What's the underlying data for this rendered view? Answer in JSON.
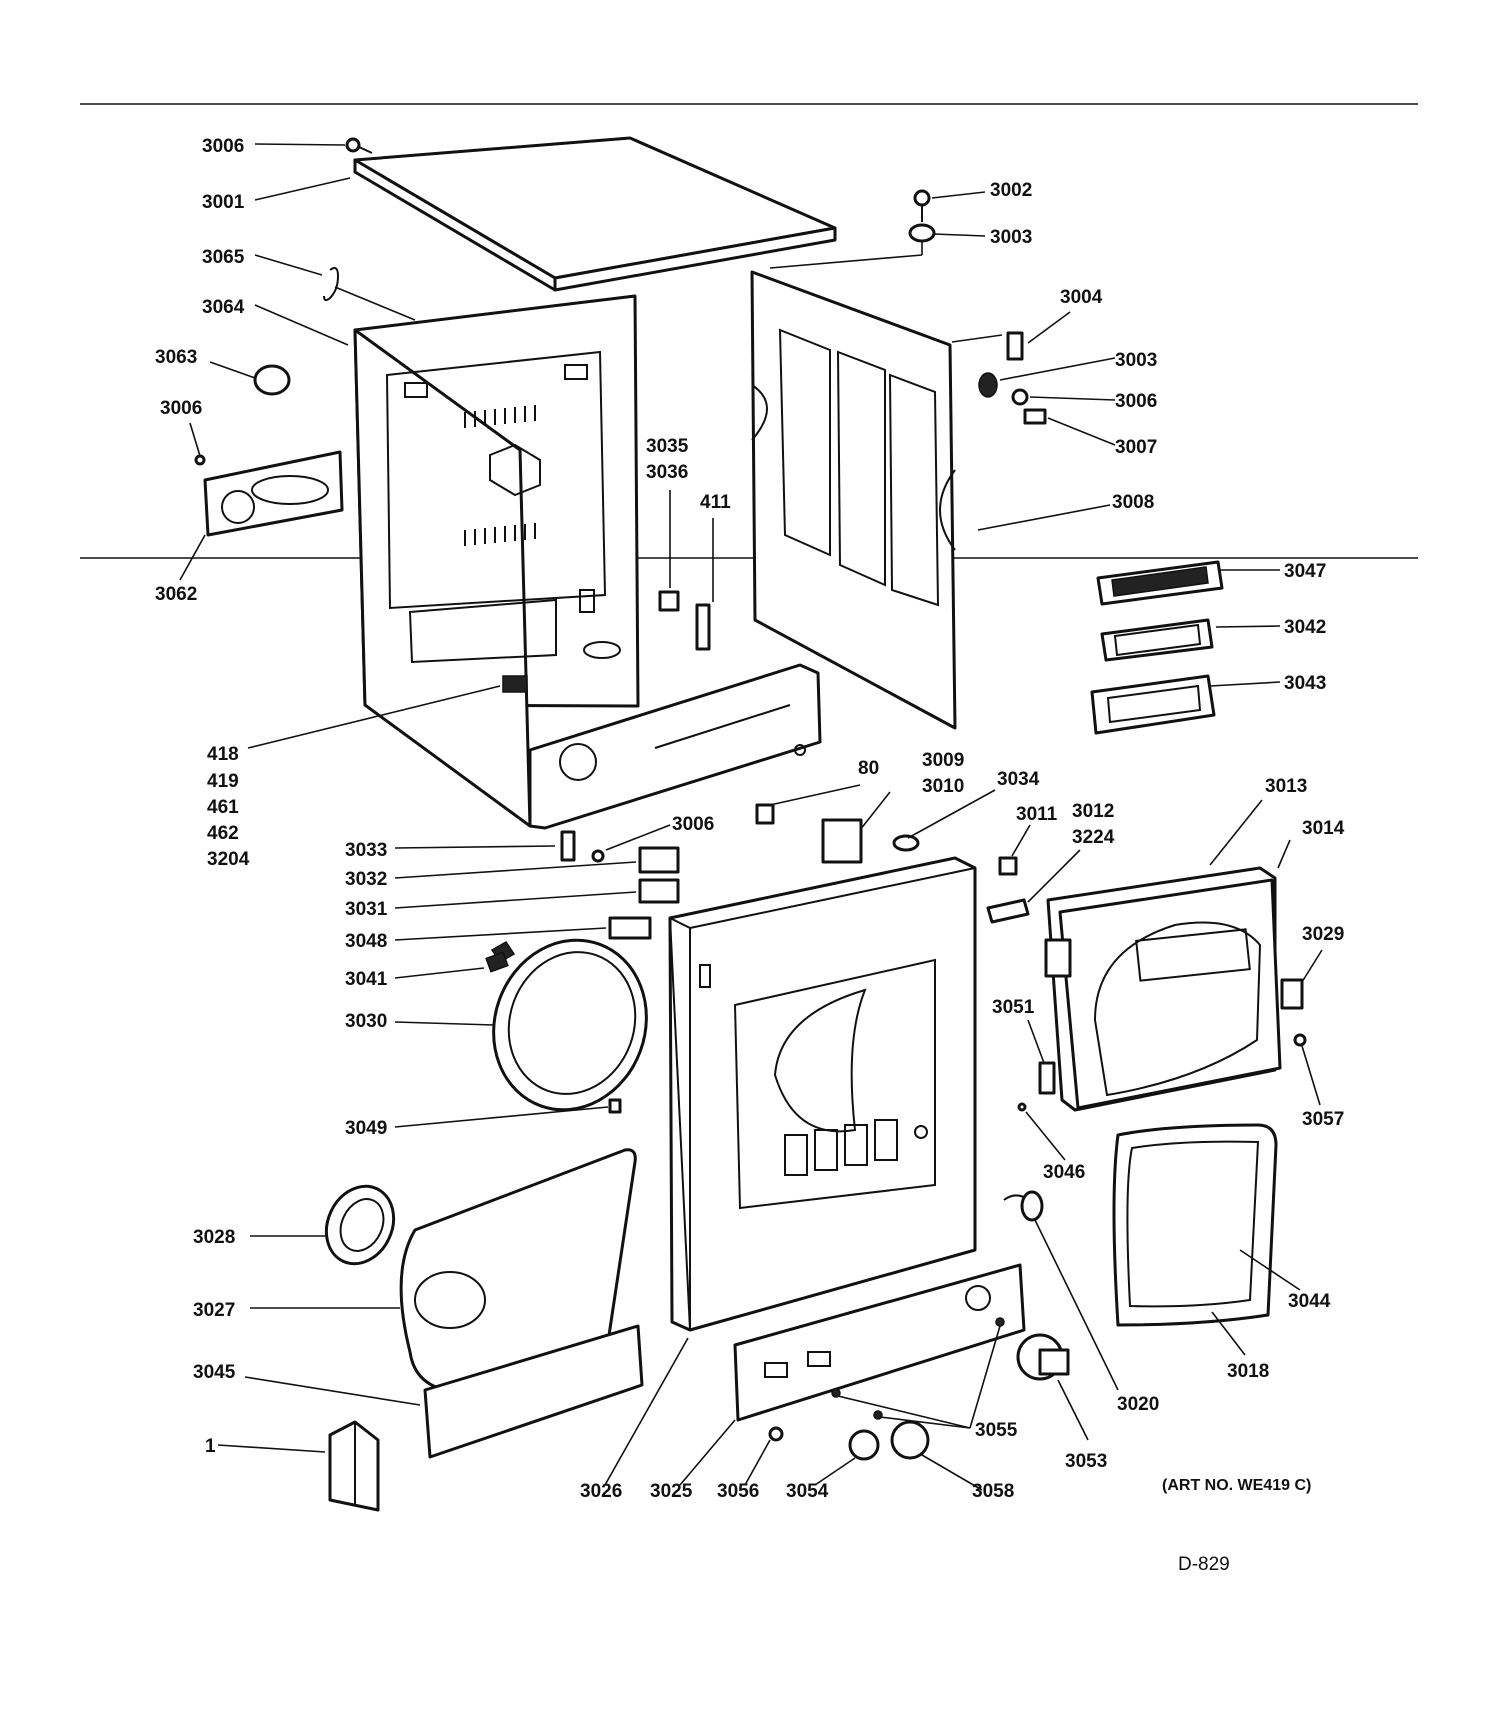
{
  "diagram": {
    "art_note": "(ART NO. WE419 C)",
    "drawing_code": "D-829",
    "callouts": {
      "c3006a": "3006",
      "c3001": "3001",
      "c3002": "3002",
      "c3003a": "3003",
      "c3065": "3065",
      "c3064": "3064",
      "c3004": "3004",
      "c3063": "3063",
      "c3003b": "3003",
      "c3006b": "3006",
      "c3006c": "3006",
      "c3007": "3007",
      "c3035": "3035",
      "c3036": "3036",
      "c411": "411",
      "c3008": "3008",
      "c3062": "3062",
      "c3047": "3047",
      "c3042": "3042",
      "c3043": "3043",
      "c418": "418",
      "c419": "419",
      "c461": "461",
      "c462": "462",
      "c3204": "3204",
      "c80": "80",
      "c3009": "3009",
      "c3010": "3010",
      "c3034": "3034",
      "c3013": "3013",
      "c3011": "3011",
      "c3012": "3012",
      "c3224": "3224",
      "c3014": "3014",
      "c3006d": "3006",
      "c3033": "3033",
      "c3032": "3032",
      "c3031": "3031",
      "c3048": "3048",
      "c3029": "3029",
      "c3041": "3041",
      "c3030": "3030",
      "c3051": "3051",
      "c3057": "3057",
      "c3049": "3049",
      "c3046": "3046",
      "c3028": "3028",
      "c3044": "3044",
      "c3027": "3027",
      "c3018": "3018",
      "c3045": "3045",
      "c3020": "3020",
      "c3055": "3055",
      "c3053": "3053",
      "c1": "1",
      "c3026": "3026",
      "c3025": "3025",
      "c3056": "3056",
      "c3054": "3054",
      "c3058": "3058"
    }
  }
}
